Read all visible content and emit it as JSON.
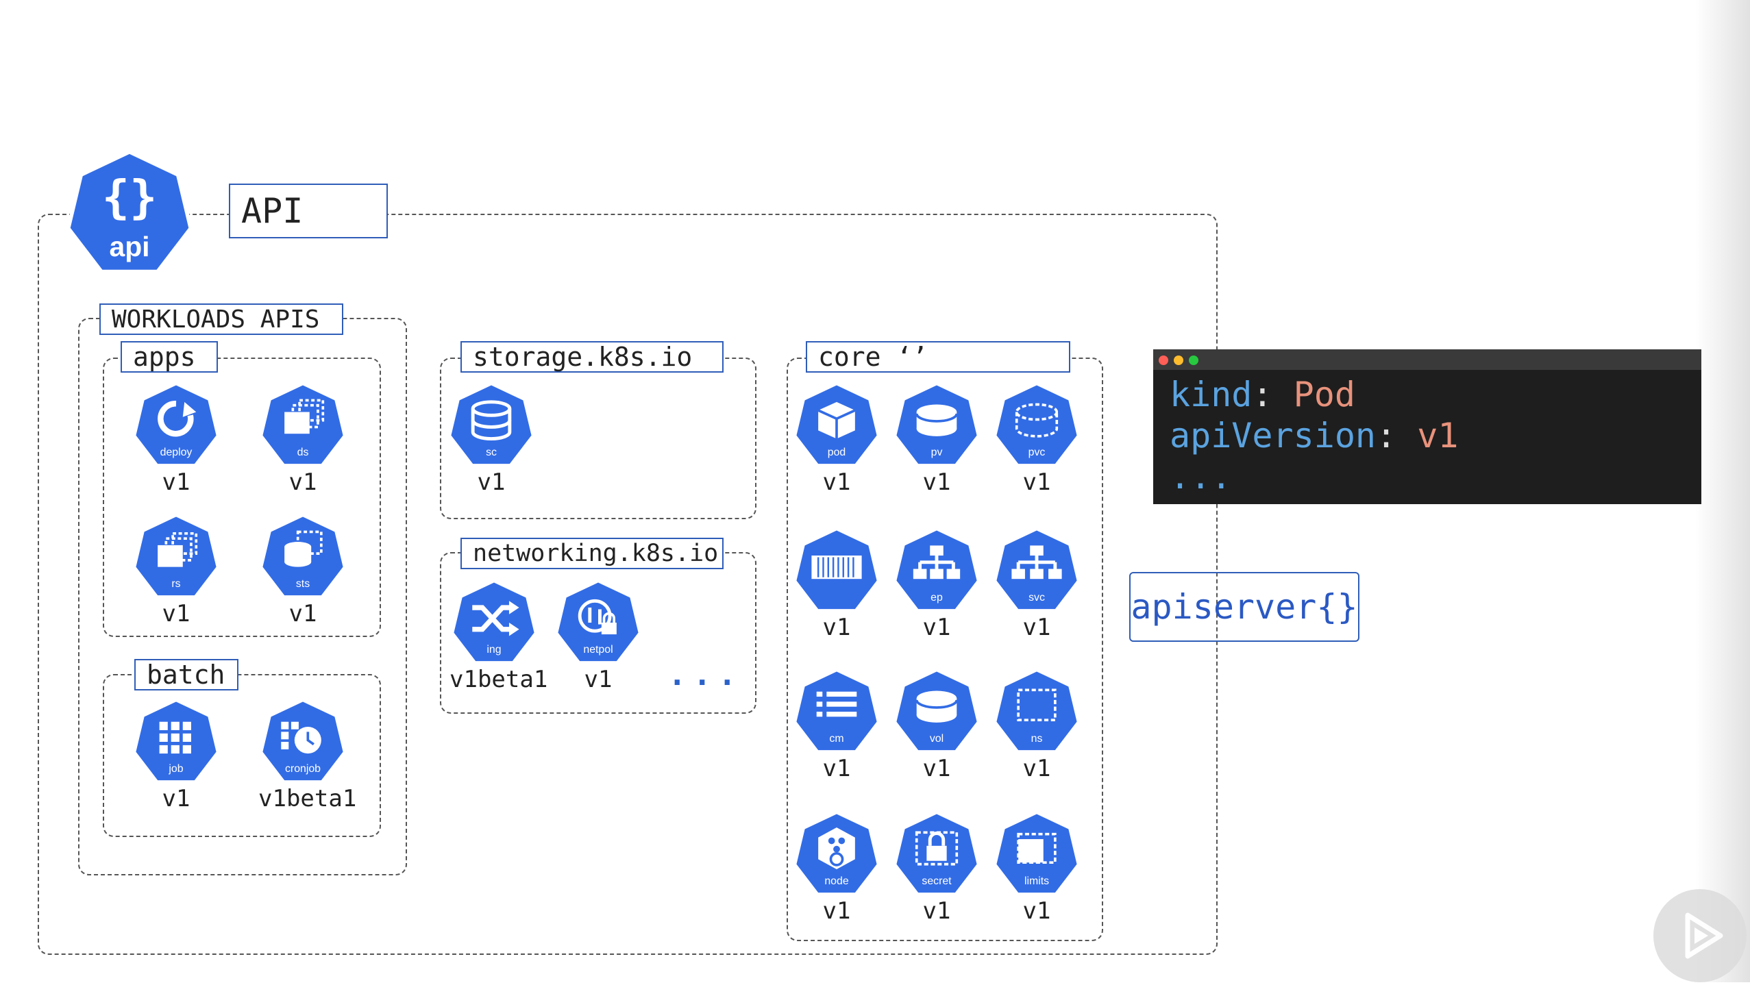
{
  "api": {
    "icon_label": "api",
    "title": "API"
  },
  "groups": {
    "workloads": {
      "title": "WORKLOADS APIS"
    },
    "apps": {
      "title": "apps",
      "items": [
        {
          "abbr": "deploy",
          "version": "v1",
          "icon": "deploy-icon"
        },
        {
          "abbr": "ds",
          "version": "v1",
          "icon": "daemonset-icon"
        },
        {
          "abbr": "rs",
          "version": "v1",
          "icon": "replicaset-icon"
        },
        {
          "abbr": "sts",
          "version": "v1",
          "icon": "statefulset-icon"
        }
      ]
    },
    "batch": {
      "title": "batch",
      "items": [
        {
          "abbr": "job",
          "version": "v1",
          "icon": "job-icon"
        },
        {
          "abbr": "cronjob",
          "version": "v1beta1",
          "icon": "cronjob-icon"
        }
      ]
    },
    "storage": {
      "title": "storage.k8s.io",
      "items": [
        {
          "abbr": "sc",
          "version": "v1",
          "icon": "storageclass-icon"
        }
      ]
    },
    "networking": {
      "title": "networking.k8s.io",
      "items": [
        {
          "abbr": "ing",
          "version": "v1beta1",
          "icon": "ingress-icon"
        },
        {
          "abbr": "netpol",
          "version": "v1",
          "icon": "networkpolicy-icon"
        }
      ],
      "ellipsis": "..."
    },
    "core": {
      "title": "core ‘’",
      "items": [
        {
          "abbr": "pod",
          "version": "v1",
          "icon": "pod-icon"
        },
        {
          "abbr": "pv",
          "version": "v1",
          "icon": "persistentvolume-icon"
        },
        {
          "abbr": "pvc",
          "version": "v1",
          "icon": "pvc-icon"
        },
        {
          "abbr": "",
          "version": "v1",
          "icon": "container-icon"
        },
        {
          "abbr": "ep",
          "version": "v1",
          "icon": "endpoints-icon"
        },
        {
          "abbr": "svc",
          "version": "v1",
          "icon": "service-icon"
        },
        {
          "abbr": "cm",
          "version": "v1",
          "icon": "configmap-icon"
        },
        {
          "abbr": "vol",
          "version": "v1",
          "icon": "volume-icon"
        },
        {
          "abbr": "ns",
          "version": "v1",
          "icon": "namespace-icon"
        },
        {
          "abbr": "node",
          "version": "v1",
          "icon": "node-icon"
        },
        {
          "abbr": "secret",
          "version": "v1",
          "icon": "secret-icon"
        },
        {
          "abbr": "limits",
          "version": "v1",
          "icon": "limitrange-icon"
        }
      ]
    }
  },
  "terminal": {
    "line1_key": "kind",
    "line1_val": "Pod",
    "line2_key": "apiVersion",
    "line2_val": "v1",
    "line3": "...",
    "dots": [
      "#ff5f56",
      "#ffbd2e",
      "#27c93f"
    ]
  },
  "apiserver": {
    "label": "apiserver{}"
  },
  "colors": {
    "k8s_blue": "#326ce5",
    "label_border": "#2f5db8"
  }
}
